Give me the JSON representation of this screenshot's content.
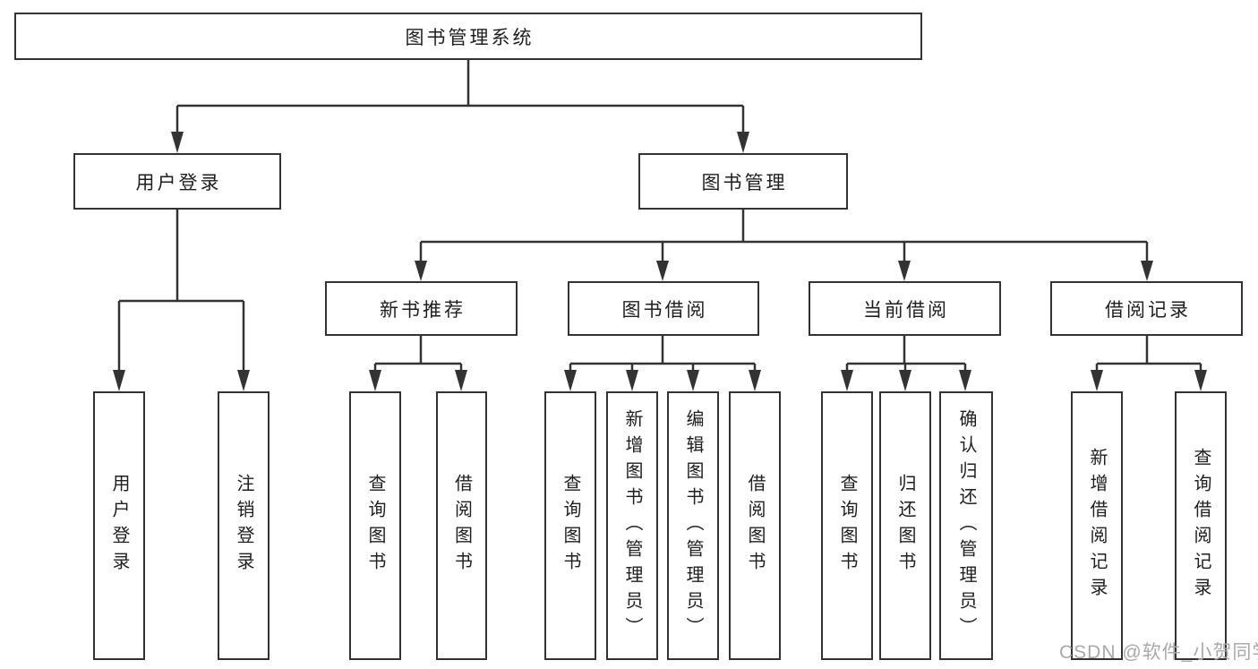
{
  "tree": {
    "label": "图书管理系统",
    "children": [
      {
        "label": "用户登录",
        "children": [
          {
            "label": "用户登录"
          },
          {
            "label": "注销登录"
          }
        ]
      },
      {
        "label": "图书管理",
        "children": [
          {
            "label": "新书推荐",
            "children": [
              {
                "label": "查询图书"
              },
              {
                "label": "借阅图书"
              }
            ]
          },
          {
            "label": "图书借阅",
            "children": [
              {
                "label": "查询图书"
              },
              {
                "label": "新增图书（管理员）"
              },
              {
                "label": "编辑图书（管理员）"
              },
              {
                "label": "借阅图书"
              }
            ]
          },
          {
            "label": "当前借阅",
            "children": [
              {
                "label": "查询图书"
              },
              {
                "label": "归还图书"
              },
              {
                "label": "确认归还（管理员）"
              }
            ]
          },
          {
            "label": "借阅记录",
            "children": [
              {
                "label": "新增借阅记录"
              },
              {
                "label": "查询借阅记录"
              }
            ]
          }
        ]
      }
    ]
  },
  "watermark": "CSDN @软件_小贺同学",
  "colors": {
    "line": "#333333",
    "box_border": "#333333",
    "text": "#1e1e1e",
    "watermark": "#a9a9a9",
    "background": "#ffffff"
  }
}
